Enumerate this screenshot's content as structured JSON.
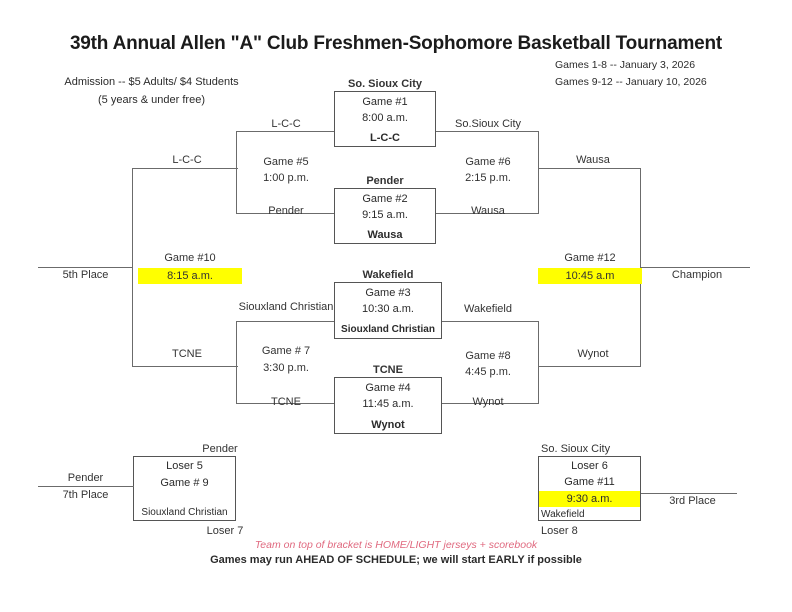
{
  "header": {
    "title": "39th Annual Allen \"A\" Club Freshmen-Sophomore Basketball Tournament",
    "admission_line1": "Admission -- $5 Adults/ $4 Students",
    "admission_line2": "(5 years & under free)",
    "dates_line1": "Games 1-8 -- January 3, 2026",
    "dates_line2": "Games 9-12 -- January 10, 2026"
  },
  "footer": {
    "note_jerseys": "Team on top of bracket is HOME/LIGHT jerseys + scorebook",
    "note_schedule": "Games may run AHEAD OF SCHEDULE; we will start EARLY if possible"
  },
  "colors": {
    "highlight": "#ffff00",
    "line": "#6b6b6b",
    "note_accent": "#e0697f"
  },
  "games": {
    "g1": {
      "top_team": "So. Sioux City",
      "label": "Game #1",
      "time": "8:00 a.m.",
      "bottom_team": "L-C-C"
    },
    "g2": {
      "top_team": "Pender",
      "label": "Game #2",
      "time": "9:15 a.m.",
      "bottom_team": "Wausa"
    },
    "g3": {
      "top_team": "Wakefield",
      "label": "Game #3",
      "time": "10:30 a.m.",
      "bottom_team": "Siouxland Christian"
    },
    "g4": {
      "top_team": "TCNE",
      "label": "Game #4",
      "time": "11:45 a.m.",
      "bottom_team": "Wynot"
    },
    "g5": {
      "top_team": "L-C-C",
      "label": "Game #5",
      "time": "1:00 p.m.",
      "bottom_team": "Pender"
    },
    "g6": {
      "top_team": "So.Sioux City",
      "label": "Game #6",
      "time": "2:15 p.m.",
      "bottom_team": "Wausa"
    },
    "g7": {
      "top_team": "Siouxland Christian",
      "label": "Game # 7",
      "time": "3:30 p.m.",
      "bottom_team": "TCNE"
    },
    "g8": {
      "top_team": "Wakefield",
      "label": "Game #8",
      "time": "4:45 p.m.",
      "bottom_team": "Wynot"
    },
    "g9": {
      "top_team": "Pender",
      "label_loser_top": "Loser 5",
      "label": "Game # 9",
      "bottom_team": "Siouxland Christian",
      "label_loser_bottom": "Loser 7"
    },
    "g10": {
      "top_team": "L-C-C",
      "label": "Game #10",
      "time": "8:15 a.m.",
      "bottom_team": "TCNE",
      "highlighted": true
    },
    "g11": {
      "top_team": "So. Sioux City",
      "label_loser_top": "Loser 6",
      "label": "Game #11",
      "time": "9:30 a.m.",
      "bottom_team": "Wakefield",
      "label_loser_bottom": "Loser 8",
      "highlighted": true
    },
    "g12": {
      "top_team": "Wausa",
      "label": "Game #12",
      "time": "10:45 a.m",
      "bottom_team": "Wynot",
      "highlighted": true
    }
  },
  "placements": {
    "fifth": "5th Place",
    "seventh": "7th Place",
    "third": "3rd Place",
    "champion": "Champion"
  },
  "feeders": {
    "left_outer_top": "L-C-C",
    "left_outer_bottom": "TCNE",
    "right_outer_top": "Wausa",
    "right_outer_bottom": "Wynot",
    "g9_left_team": "Pender"
  }
}
